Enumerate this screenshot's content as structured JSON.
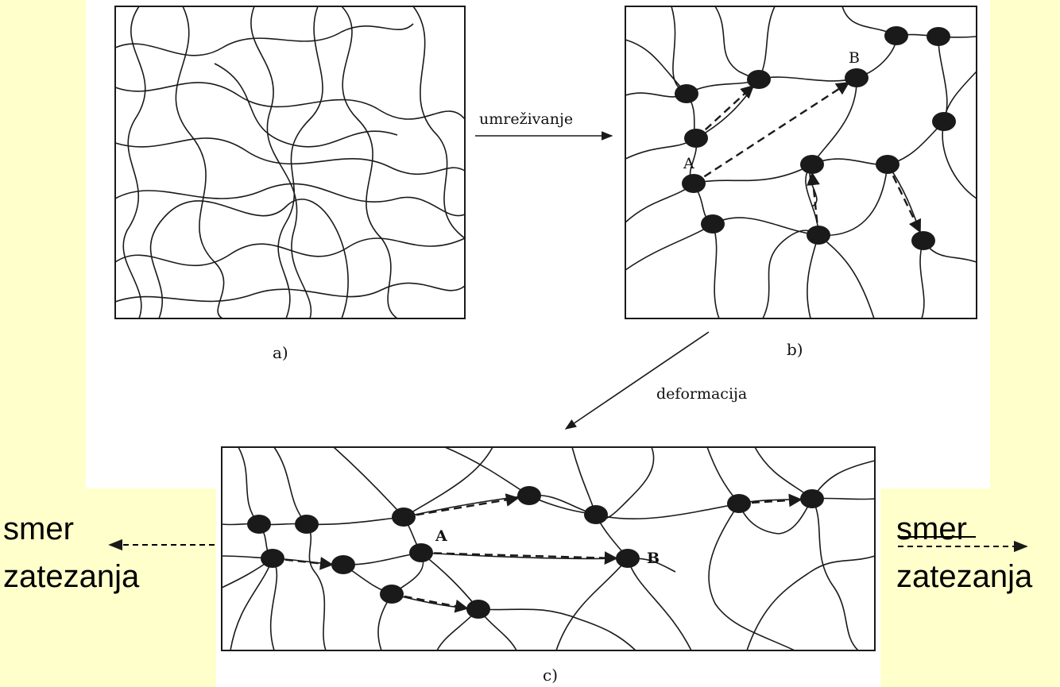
{
  "labels": {
    "panel_a": "a)",
    "panel_b": "b)",
    "panel_c": "c)",
    "arrow_crosslinking": "umreživanje",
    "arrow_deformation": "deformacija",
    "point_a": "A",
    "point_b": "B",
    "left_direction_line1": "smer",
    "left_direction_line2": "zatezanja",
    "right_direction_line1": "smer",
    "right_direction_line2": "zatezanja"
  },
  "colors": {
    "slide_background": "#ffffcc",
    "figure_background": "#ffffff",
    "ink": "#1a1a1a"
  }
}
